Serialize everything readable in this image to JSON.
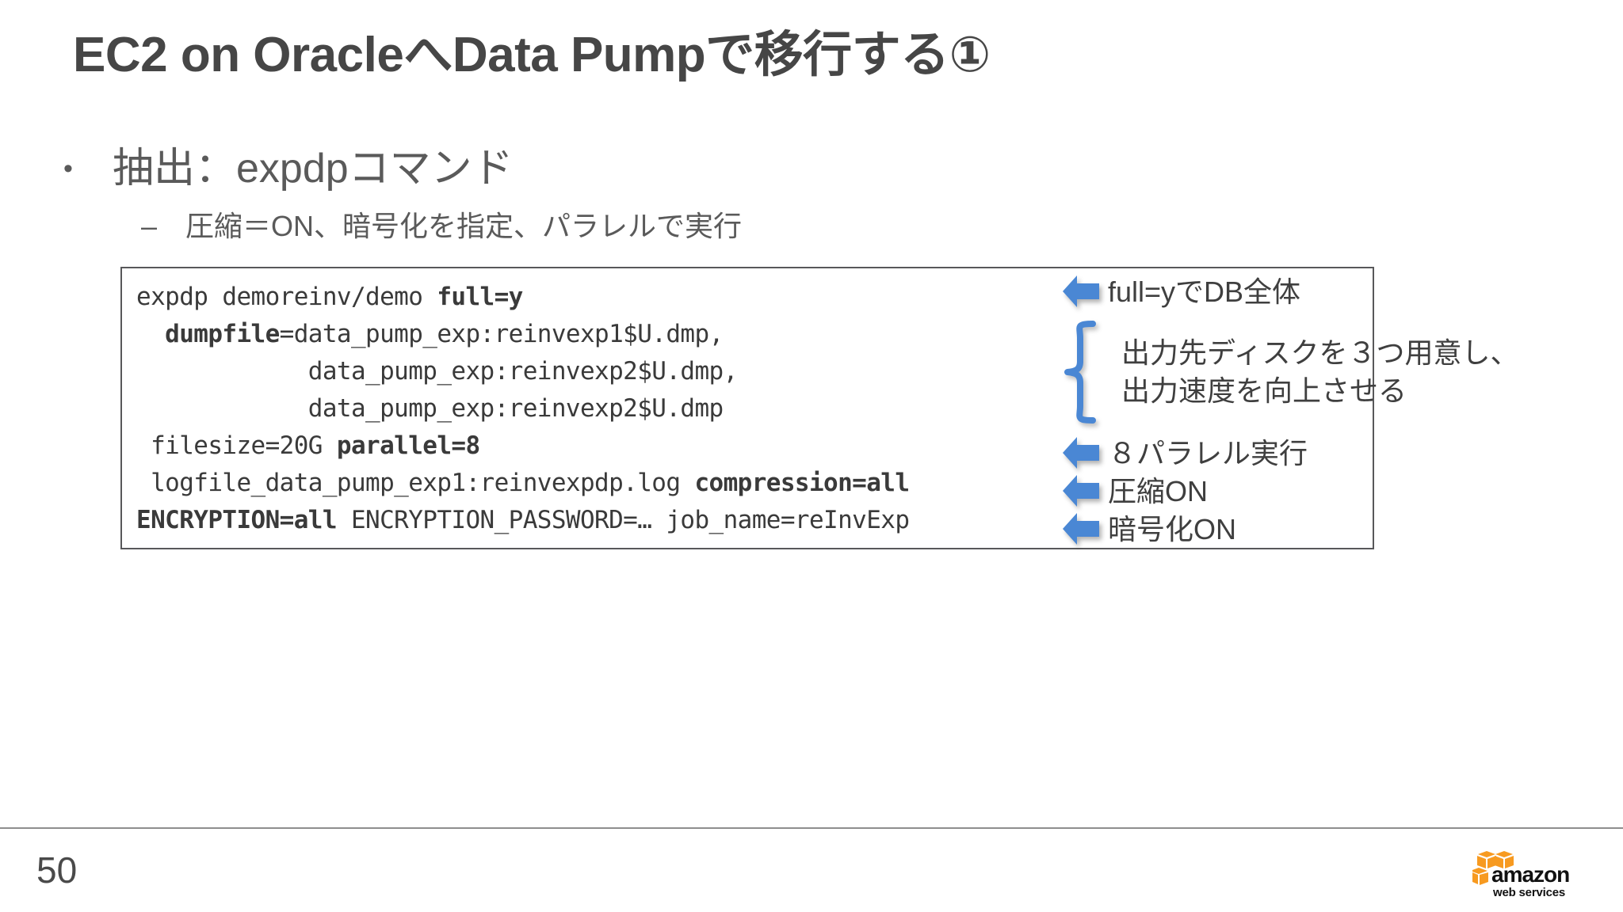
{
  "slide": {
    "title": "EC2 on OracleへData Pumpで移行する①",
    "page_number": "50",
    "bullet_mark": "•",
    "dash_mark": "–",
    "bullet_level1": "抽出：expdpコマンド",
    "bullet_level2": "圧縮＝ON、暗号化を指定、パラレルで実行"
  },
  "code": {
    "lines": [
      {
        "segments": [
          {
            "text": "expdp demoreinv/demo ",
            "bold": false
          },
          {
            "text": "full=y",
            "bold": true
          }
        ]
      },
      {
        "segments": [
          {
            "text": "  ",
            "bold": false
          },
          {
            "text": "dumpfile",
            "bold": true
          },
          {
            "text": "=data_pump_exp:reinvexp1$U.dmp,",
            "bold": false
          }
        ]
      },
      {
        "segments": [
          {
            "text": "            data_pump_exp:reinvexp2$U.dmp,",
            "bold": false
          }
        ]
      },
      {
        "segments": [
          {
            "text": "            data_pump_exp:reinvexp2$U.dmp",
            "bold": false
          }
        ]
      },
      {
        "segments": [
          {
            "text": " filesize=20G ",
            "bold": false
          },
          {
            "text": "parallel=8",
            "bold": true
          }
        ]
      },
      {
        "segments": [
          {
            "text": " logfile_data_pump_exp1:reinvexpdp.log ",
            "bold": false
          },
          {
            "text": "compression=all",
            "bold": true
          }
        ]
      },
      {
        "segments": [
          {
            "text": "ENCRYPTION=all",
            "bold": true
          },
          {
            "text": " ENCRYPTION_PASSWORD=… job_name=reInvExp",
            "bold": false
          }
        ]
      }
    ]
  },
  "annotations": {
    "full": "full=yでDB全体",
    "disk": "出力先ディスクを３つ用意し、\n出力速度を向上させる",
    "parallel": "８パラレル実行",
    "compress": "圧縮ON",
    "encrypt": "暗号化ON"
  },
  "logo": {
    "wordmark": "amazon",
    "tagline": "web services"
  },
  "colors": {
    "arrow_blue": "#4a87d4",
    "title_gray": "#464646",
    "body_gray": "#5a5a5a",
    "code_border": "#58585a",
    "footer_rule": "#8e8e8e",
    "logo_orange": "#F79A20"
  }
}
